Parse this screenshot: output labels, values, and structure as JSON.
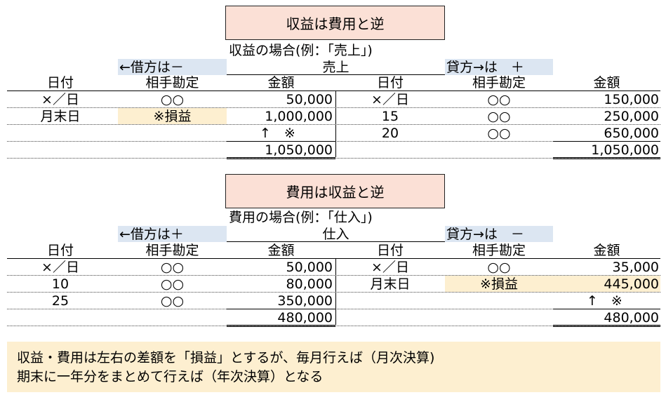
{
  "sections": [
    {
      "title": "収益は費用と逆",
      "subtitle": "収益の場合(例：「売上」)",
      "debit_label": "←借方は－",
      "credit_label": "貸方→は　＋",
      "account": "売上",
      "headers": {
        "date": "日付",
        "counterpart": "相手勘定",
        "amount": "金額"
      },
      "left_rows": [
        {
          "date": "×／日",
          "counterpart": "○○",
          "amount": "50,000"
        },
        {
          "date": "月末日",
          "counterpart": "※損益",
          "amount": "1,000,000"
        },
        {
          "date": "",
          "counterpart": "",
          "amount": "↑　※"
        }
      ],
      "left_total": "1,050,000",
      "right_rows": [
        {
          "date": "×／日",
          "counterpart": "○○",
          "amount": "150,000"
        },
        {
          "date": "15",
          "counterpart": "○○",
          "amount": "250,000"
        },
        {
          "date": "20",
          "counterpart": "○○",
          "amount": "650,000"
        }
      ],
      "right_total": "1,050,000"
    },
    {
      "title": "費用は収益と逆",
      "subtitle": "費用の場合(例：「仕入」)",
      "debit_label": "←借方は＋",
      "credit_label": "貸方→は　－",
      "account": "仕入",
      "headers": {
        "date": "日付",
        "counterpart": "相手勘定",
        "amount": "金額"
      },
      "left_rows": [
        {
          "date": "×／日",
          "counterpart": "○○",
          "amount": "50,000"
        },
        {
          "date": "10",
          "counterpart": "○○",
          "amount": "80,000"
        },
        {
          "date": "25",
          "counterpart": "○○",
          "amount": "350,000"
        }
      ],
      "left_total": "480,000",
      "right_rows": [
        {
          "date": "×／日",
          "counterpart": "○○",
          "amount": "35,000"
        },
        {
          "date": "月末日",
          "counterpart": "※損益",
          "amount": "445,000"
        },
        {
          "date": "",
          "counterpart": "",
          "amount": "↑　※"
        }
      ],
      "right_total": "480,000"
    }
  ],
  "note": {
    "line1": "収益・費用は左右の差額を「損益」とするが、毎月行えば（月次決算)",
    "line2": "期末に一年分をまとめて行えば（年次決算）となる"
  },
  "colors": {
    "title_bg": "#fbe0d6",
    "label_bg": "#dce6f2",
    "highlight_bg": "#fdefd0"
  }
}
